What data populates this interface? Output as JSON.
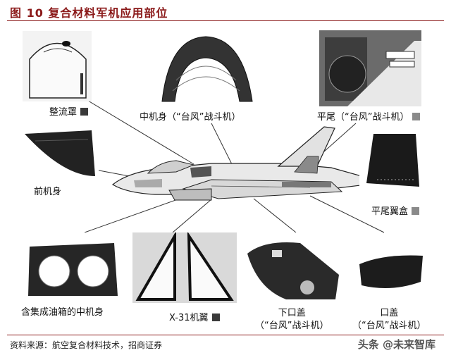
{
  "header": {
    "title": "图 10 复合材料军机应用部位"
  },
  "labels": {
    "fairing": "整流罩",
    "center_fuselage": "中机身（“台风”战斗机）",
    "horizontal_tail": "平尾（“台风”战斗机）",
    "front_fuselage": "前机身",
    "tail_box": "平尾翼盒",
    "tank_fuselage": "含集成油箱的中机身",
    "x31_wing": "X-31机翼",
    "lower_cover_line1": "下口盖",
    "lower_cover_line2": "（“台风”战斗机）",
    "hatch_line1": "口盖",
    "hatch_line2": "（“台风”战斗机）"
  },
  "footer": {
    "source": "资料来源：航空复合材料技术，招商证券",
    "watermark": "头条 @未来智库"
  },
  "colors": {
    "title": "#8b1a1a",
    "rule": "#8b1a1a"
  }
}
